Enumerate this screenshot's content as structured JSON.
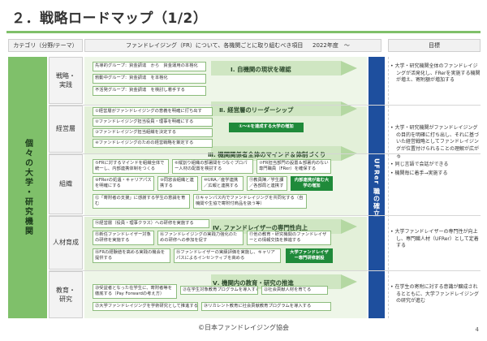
{
  "title": "２．戦略ロードマップ（1/2）",
  "header": {
    "category": "カテゴリ（分野/テーマ）",
    "description": "ファンドレイジング（FR）について、各機関ごとに取り組むべき項目",
    "year": "2022年度　～",
    "goal": "目標"
  },
  "left_bar": "個々の大学・研究機関",
  "mid_bar": "UFRer 職の確立",
  "categories": {
    "strategy": "戦略・\n実践",
    "management": "経営層",
    "organization": "組織",
    "hr": "人材育成",
    "education": "教育・\n研究"
  },
  "themes": {
    "t1": "Ⅰ. 自機関の現状を確認",
    "t2": "Ⅱ. 経営層のリーダーシップ",
    "t3": "Ⅲ. 機関関係者全体のマインド＆体制づくり",
    "t4": "Ⅳ. ファンドレイザーの専門性向上",
    "t5": "Ⅴ. 機関内の教育・研究の推進"
  },
  "boxes": {
    "s1": "先導的グループ：資金調達　から　資金運用の本格化",
    "s2": "勃動中グループ：資金調達　を本格化",
    "s3": "不活発グループ：資金調達　を検討し着手する",
    "m1": "①経営層がファンドレイジングの意義を明確に打ち出す",
    "m2": "②ファンドレイジング担当役員・理事を明確にする",
    "m3": "③ファンドレイジング担当組織を決定する",
    "m4": "④ファンドレイジングのための経営戦略を策定する",
    "m_dark": "①～④を達成する大学の増加",
    "o1": "⑤FRに対するマインドを組織全体で統一し、内部連携体制をつくる",
    "o2": "⑥縦割り組織の部署間をつなぐプロパー人材の配置を検討する",
    "o3": "⑦FR担当部門の設置＆部署内のない専門職員（FRer）を確保する",
    "o4": "⑧FRerの処遇・キャリアパスを明確にする",
    "o5": "⑨同窓会組織と連携する",
    "o6": "⑩URA／産学連携／広報と連携する",
    "o7": "⑪教員陣／学生課／各部局と連携する",
    "o_dark": "内部連携が進む大学の増加",
    "o8": "⑫「寄附者の支援」に感謝する学生の意識を育む",
    "o9": "⑬キャンパス内でファンドレイジングを共同化する（自機関や生協で寄附付商品を扱う等）",
    "h1": "⑭経営層（役員・理事クラス）への研修を実施する",
    "h2": "⑮新任ファンドレイザー対象の研修を実施する",
    "h3": "⑯ファンドレイジングの実践力強化のための研修への参加を促す",
    "h4": "⑰他の教育・研究機関のファンドレイザーとの情報交換を推進する",
    "h5": "⑱FRの経験値を高める実践の機会を提供する",
    "h6": "⑲ファンドレイザーの実績評価を実施し、キャリアパスによるインセンティブを高める",
    "h_dark": "大学ファンドレイザー専門研修創設",
    "e1": "⑳受益者となった在学生に、寄附者等を徹底する（Pay Forwardの考え方）",
    "e2": "㉑在学生対象教育プログラムを導入する",
    "e3": "㉒社会貢献人材を育てる",
    "e4": "㉓大学ファンドレイジングを学術研究として推進する",
    "e5": "㉔リカレント教育に社会貢献教育プログラムを導入する"
  },
  "goals": {
    "g1": [
      "• 大学・研究機関全体のファンドレイジングが活発化し、FRerを実施する機関が増え、寄附額が増加する"
    ],
    "g2": [
      "• 大学・研究機関がファンドレイジングの目的を明確に打ち出し、それに基づいた経営戦略としてファンドレイジングが位置付けられることの理解が広がる",
      "• 同じ言語で会話ができる",
      "• 機関毎に着手→実施する"
    ],
    "g3": [
      "• 大学ファンドレイザーの専門性が向上し、専門職人材（UFRer）として定着する"
    ],
    "g4": [
      "• 在学生の寄附に対する意識が醸成されるとともに、大学ファンドレイジングの研究が進む"
    ]
  },
  "footer": "©日本ファンドレイジング協会",
  "page_number": "4"
}
